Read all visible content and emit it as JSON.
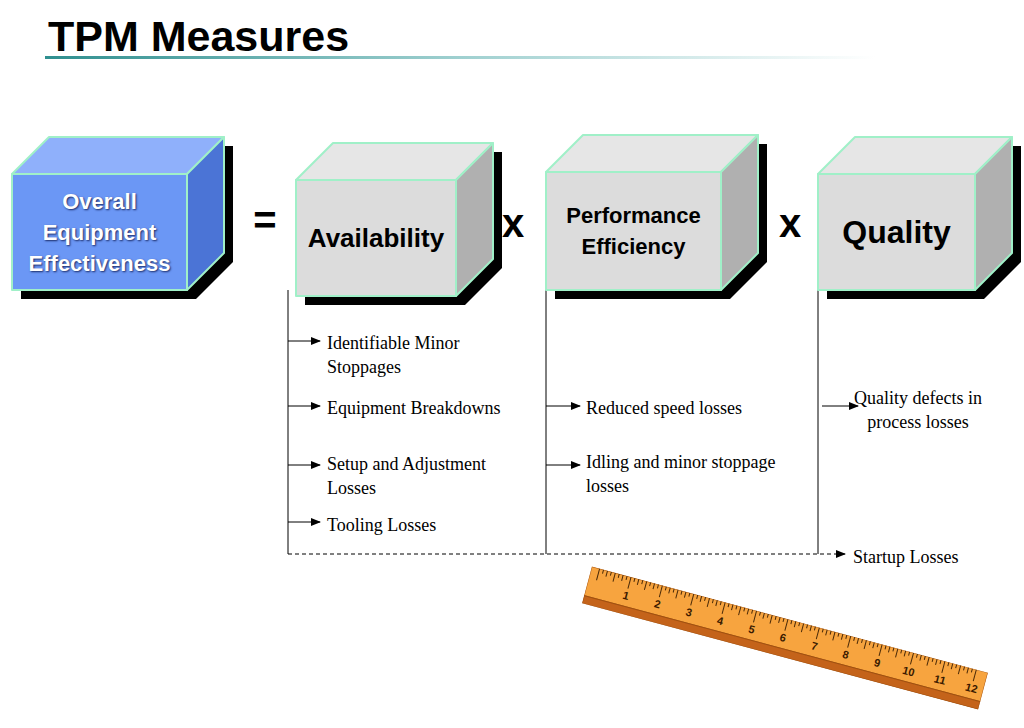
{
  "diagram": {
    "title": "TPM Measures",
    "nodes": [
      {
        "text": [
          "Overall Equipment Effectiveness"
        ]
      },
      {
        "text": [
          "Availability"
        ]
      },
      {
        "text": [
          "Performance Efficiency"
        ]
      },
      {
        "text": [
          "Quality"
        ]
      }
    ],
    "labels": [
      "=",
      "x",
      "x",
      "Identifiable Minor Stoppages",
      "Equipment Breakdowns",
      "Setup and Adjustment Losses",
      "Tooling Losses",
      "Reduced speed losses",
      "Idling and minor stoppage losses",
      "Quality defects in process losses",
      "Startup Losses",
      "1",
      "2",
      "3",
      "4",
      "5",
      "6",
      "7",
      "8",
      "9",
      "10",
      "11",
      "12"
    ]
  }
}
